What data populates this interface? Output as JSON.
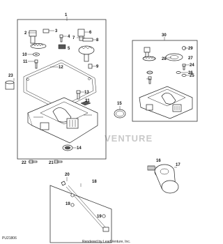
{
  "diagram": {
    "callouts": {
      "c1": "1",
      "c2": "2",
      "c3": "3",
      "c4": "4",
      "c5": "5",
      "c6": "6",
      "c7": "7",
      "c8": "8",
      "c9": "9",
      "c10": "10",
      "c11": "11",
      "c12": "12",
      "c13": "13",
      "c14": "14",
      "c15": "15",
      "c16": "16",
      "c17": "17",
      "c18": "18",
      "c19a": "19",
      "c19b": "19",
      "c20": "20",
      "c21": "21",
      "c22": "22",
      "c23": "23",
      "c24": "24",
      "c25": "25",
      "c26": "26",
      "c27": "27",
      "c28": "28",
      "c29": "29",
      "c30": "30",
      "c31": "31"
    },
    "watermark": "VENTURE",
    "figure_id": "PU21806",
    "credit": "Rendered by LeadVenture, Inc."
  }
}
